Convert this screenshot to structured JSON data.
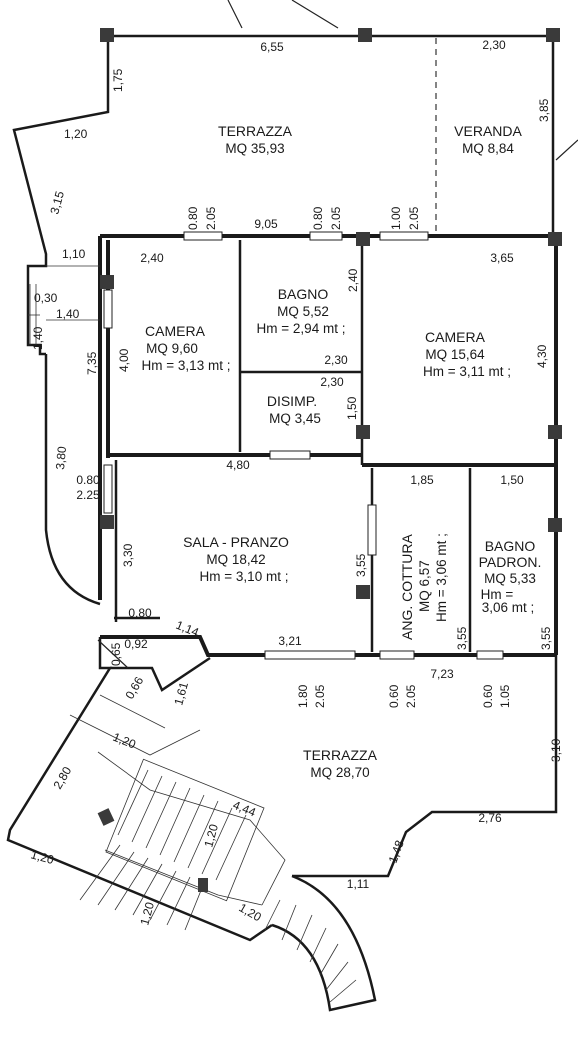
{
  "rooms": {
    "terrazza_top": {
      "name": "TERRAZZA",
      "area": "MQ 35,93"
    },
    "veranda": {
      "name": "VERANDA",
      "area": "MQ 8,84"
    },
    "camera_left": {
      "name": "CAMERA",
      "area": "MQ 9,60",
      "height": "Hm = 3,13 mt ;"
    },
    "bagno": {
      "name": "BAGNO",
      "area": "MQ 5,52",
      "height": "Hm = 2,94 mt ;"
    },
    "disimp": {
      "name": "DISIMP.",
      "area": "MQ 3,45"
    },
    "camera_right": {
      "name": "CAMERA",
      "area": "MQ 15,64",
      "height": "Hm = 3,11 mt ;"
    },
    "sala": {
      "name": "SALA - PRANZO",
      "area": "MQ 18,42",
      "height": "Hm = 3,10 mt ;"
    },
    "cottura": {
      "name": "ANG. COTTURA",
      "area": "MQ 6,57",
      "height": "Hm = 3,06 mt ;"
    },
    "bagno_padron": {
      "name1": "BAGNO",
      "name2": "PADRON.",
      "area": "MQ 5,33",
      "height1": "Hm =",
      "height2": "3,06 mt ;"
    },
    "terrazza_bottom": {
      "name": "TERRAZZA",
      "area": "MQ 28,70"
    }
  },
  "dims": {
    "top_655": "6,55",
    "top_230": "2,30",
    "left_175": "1,75",
    "left_120": "1,20",
    "left_315": "3,15",
    "right_385": "3,85",
    "mid_080a": "0.80",
    "mid_205a": "2.05",
    "mid_905": "9,05",
    "mid_080b": "0.80",
    "mid_205b": "2.05",
    "mid_100": "1.00",
    "mid_205c": "2.05",
    "l_110": "1,10",
    "l_030": "0,30",
    "l_140": "1,40",
    "l_140v": "1,40",
    "cam_240": "2,40",
    "cam_400": "4,00",
    "cam_735": "7,35",
    "bag_240": "2,40",
    "bag_230": "2,30",
    "dis_230": "2,30",
    "dis_150": "1,50",
    "camr_365": "3,65",
    "camr_430": "4,30",
    "l_380": "3,80",
    "l_080": "0.80",
    "l_225": "2.25",
    "sala_480": "4,80",
    "sala_330": "3,30",
    "sala_355": "3,55",
    "sala_080": "0,80",
    "sala_114": "1,14",
    "sala_321": "3,21",
    "cot_185": "1,85",
    "bp_150": "1,50",
    "cot_355": "3,55",
    "bp_355": "3,55",
    "st_065": "0,65",
    "st_092": "0,92",
    "st_066": "0,66",
    "st_161": "1,61",
    "b_180": "1.80",
    "b_205a": "2.05",
    "b_060a": "0.60",
    "b_205b": "2.05",
    "b_723": "7,23",
    "b_060b": "0.60",
    "b_105": "1.05",
    "st_120a": "1,20",
    "st_280": "2,80",
    "st_444": "4,44",
    "st_120b": "1,20",
    "st_120c": "1,20",
    "st_120d": "1,20",
    "st_120e": "1,20",
    "t_310": "3,10",
    "t_276": "2,76",
    "t_148": "1,48",
    "t_111": "1,11"
  }
}
